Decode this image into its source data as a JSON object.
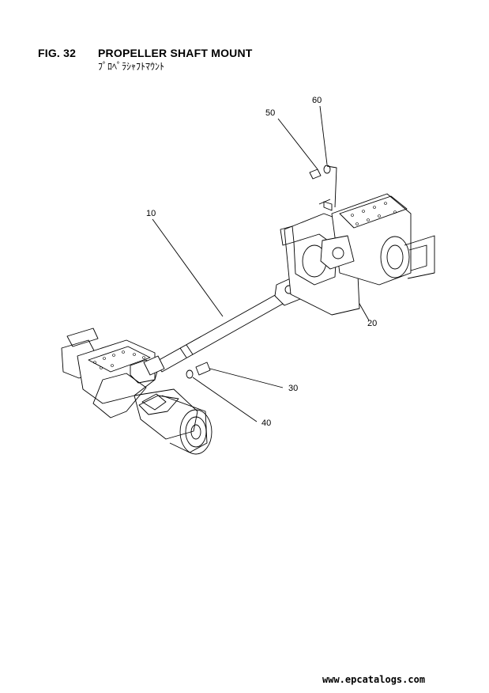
{
  "header": {
    "fig_no": "FIG. 32",
    "title": "PROPELLER SHAFT MOUNT",
    "subtitle": "ﾌﾟﾛﾍﾟﾗｼｬﾌﾄﾏｳﾝﾄ"
  },
  "callouts": {
    "c10": "10",
    "c20": "20",
    "c30": "30",
    "c40": "40",
    "c50": "50",
    "c60": "60"
  },
  "footer": {
    "url": "www.epcatalogs.com"
  }
}
